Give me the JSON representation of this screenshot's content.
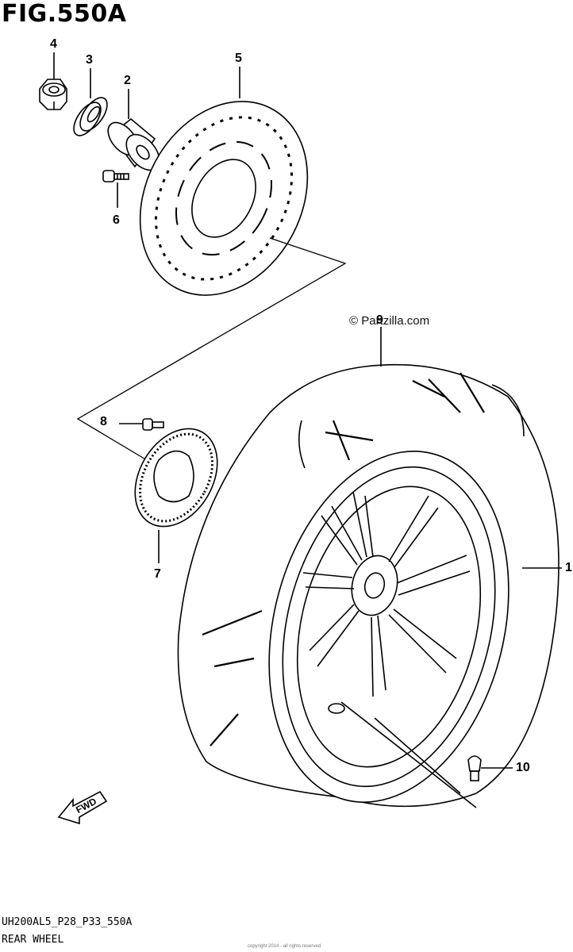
{
  "figure_title": "FIG.550A",
  "watermark": "© Partzilla.com",
  "footer_code": "UH200AL5_P28_P33_550A",
  "footer_description": "REAR WHEEL",
  "footer_tiny": "copyright 2014 - all rights reserved",
  "fwd_label": "FWD",
  "callouts": {
    "c1": "1",
    "c2": "2",
    "c3": "3",
    "c4": "4",
    "c5": "5",
    "c6": "6",
    "c7": "7",
    "c8": "8",
    "c9": "9",
    "c10": "10"
  }
}
